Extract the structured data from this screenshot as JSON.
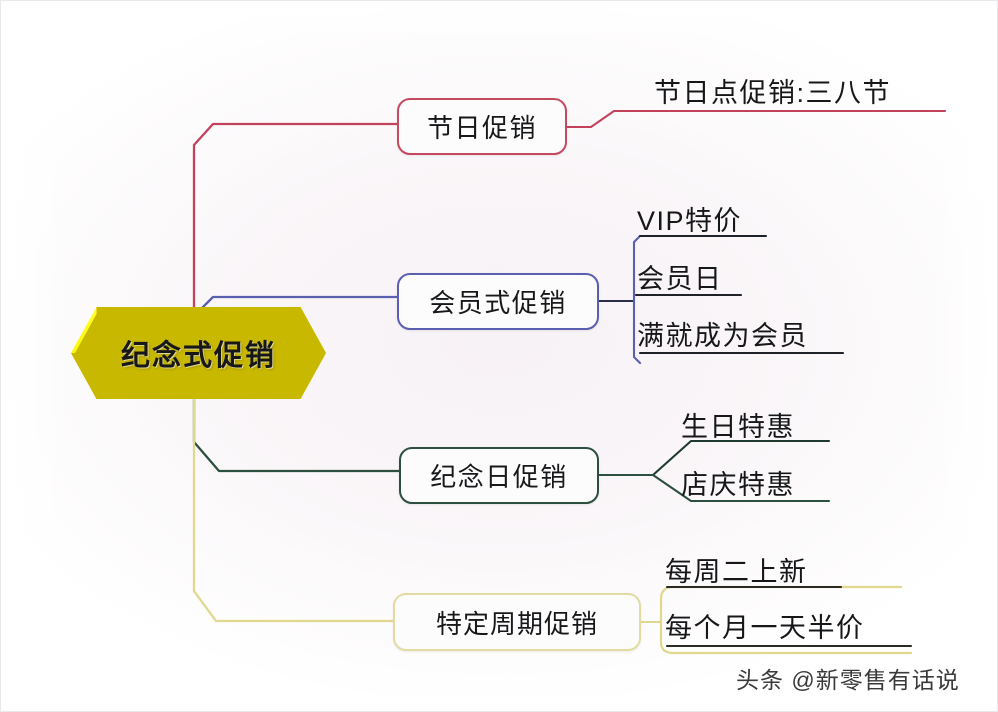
{
  "diagram": {
    "type": "mind-map",
    "background_color": "#f9f5f8",
    "root": {
      "label": "纪念式促销",
      "shape": "hexagon",
      "fill_color": "#fbf90d",
      "border_color": "#c9b800",
      "text_color": "#171717"
    },
    "branches": [
      {
        "label": "节日促销",
        "color": "#c44a62",
        "children": [
          {
            "label": "节日点促销:三八节"
          }
        ]
      },
      {
        "label": "会员式促销",
        "color": "#5a5fb0",
        "children": [
          {
            "label": "VIP特价"
          },
          {
            "label": "会员日"
          },
          {
            "label": "满就成为会员"
          }
        ]
      },
      {
        "label": "纪念日促销",
        "color": "#2d4f3f",
        "children": [
          {
            "label": "生日特惠"
          },
          {
            "label": "店庆特惠"
          }
        ]
      },
      {
        "label": "特定周期促销",
        "color": "#e2dca2",
        "children": [
          {
            "label": "每周二上新"
          },
          {
            "label": "每个月一天半价"
          }
        ]
      }
    ]
  },
  "watermark": {
    "text": "头条 @新零售有话说"
  }
}
